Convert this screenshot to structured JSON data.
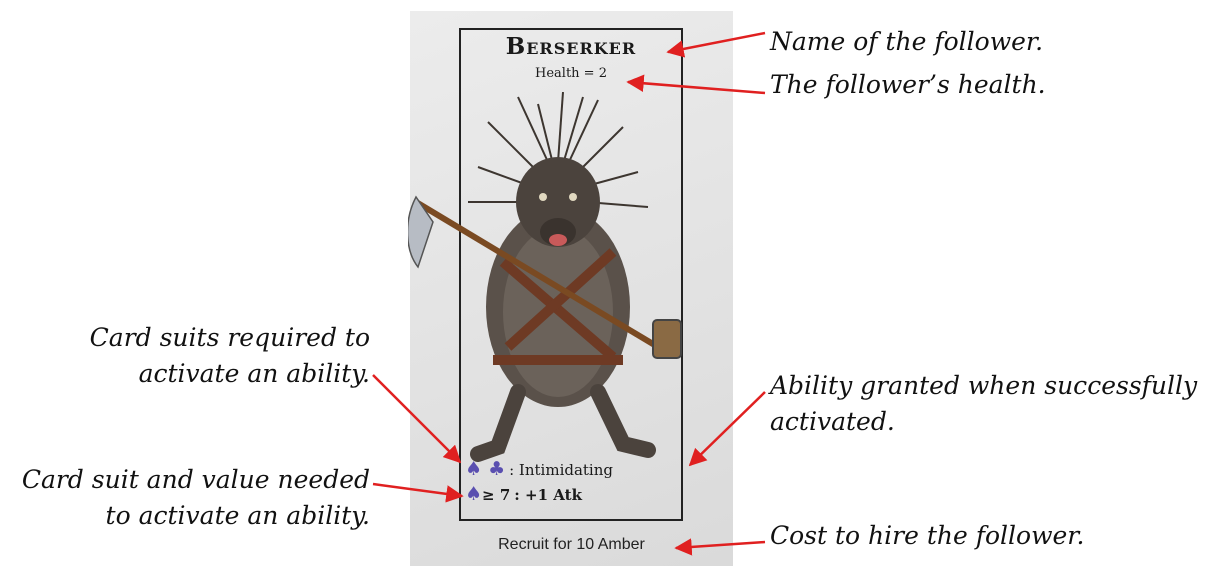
{
  "card": {
    "name": "Berserker",
    "health": "Health = 2",
    "ability_1": {
      "suits": "♠ ♣",
      "text": ": Intimidating"
    },
    "ability_2": {
      "suit": "♠",
      "condition": "≥ 7",
      "text": ": +1 Atk"
    },
    "recruit": "Recruit for 10 Amber",
    "suit_color": "#5a4fb0"
  },
  "annotations": {
    "name": "Name of the follower.",
    "health": "The follower’s health.",
    "suits_line1": "Card suits required to",
    "suits_line2": "activate an ability.",
    "grant_line1": "Ability granted when successfully",
    "grant_line2": "activated.",
    "value_line1": "Card suit and value needed",
    "value_line2": "to activate an ability.",
    "cost": "Cost to hire the follower.",
    "arrow_color": "#e02020"
  }
}
